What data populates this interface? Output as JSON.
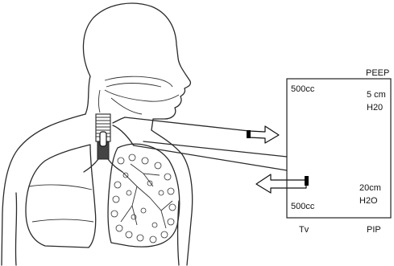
{
  "labels": {
    "peep": "PEEP",
    "peep_value_1": "5 cm",
    "peep_value_2": "H20",
    "tv_top": "500cc",
    "tv_bottom": "500cc",
    "pip_value_1": "20cm",
    "pip_value_2": "H2O",
    "tv": "Tv",
    "pip": "PIP"
  },
  "colors": {
    "line": "#2a2a2a",
    "arrow_tip": "#000000",
    "background": "#ffffff"
  }
}
